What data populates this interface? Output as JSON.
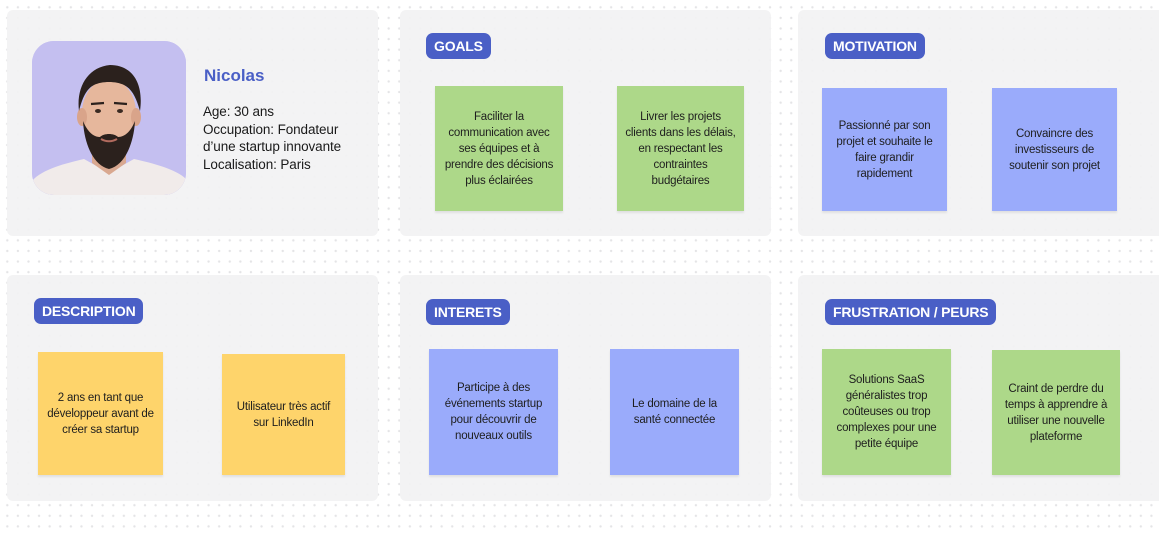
{
  "persona": {
    "name": "Nicolas",
    "photo_icon": "person-portrait",
    "details": [
      "Age: 30 ans",
      "Occupation: Fondateur",
      "d’une startup innovante",
      "Localisation: Paris"
    ]
  },
  "sections": {
    "goals": {
      "title": "GOALS",
      "notes": [
        "Faciliter la communication avec ses équipes et à prendre des décisions plus éclairées",
        "Livrer les projets clients dans les délais, en respectant les contraintes budgétaires"
      ]
    },
    "motivation": {
      "title": "MOTIVATION",
      "notes": [
        "Passionné par son projet et souhaite le faire grandir rapidement",
        "Convaincre des investisseurs de soutenir son projet"
      ]
    },
    "description": {
      "title": "DESCRIPTION",
      "notes": [
        "2 ans en tant que développeur avant de créer sa startup",
        "Utilisateur très actif sur LinkedIn"
      ]
    },
    "interets": {
      "title": "INTERETS",
      "notes": [
        "Participe à des événements startup pour découvrir de nouveaux outils",
        "Le domaine de la santé connectée"
      ]
    },
    "frustration": {
      "title": "FRUSTRATION / PEURS",
      "notes": [
        "Solutions SaaS généralistes trop coûteuses ou trop complexes pour une petite équipe",
        "Craint de perdre du temps à apprendre à utiliser une nouvelle plateforme"
      ]
    }
  },
  "colors": {
    "accent": "#4a5fc6",
    "note_green": "#add889",
    "note_blue": "#9aabfb",
    "note_yellow": "#fed46b",
    "panel_bg": "#f2f2f3",
    "photo_bg": "#c4bff0"
  }
}
